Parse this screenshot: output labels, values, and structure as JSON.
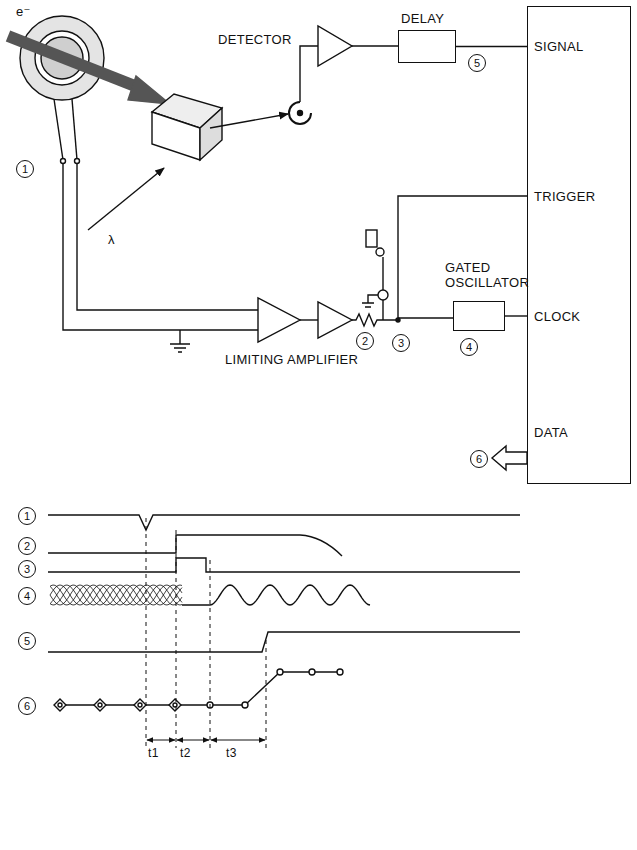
{
  "diagram": {
    "nodes": [
      {
        "text": [
          "DELAY"
        ]
      },
      {
        "text": [
          "GATED OSCILLATOR"
        ]
      },
      {
        "text": [
          "SIGNAL",
          "TRIGGER",
          "CLOCK",
          "DATA"
        ]
      }
    ],
    "edges": [
      {
        "from": 0,
        "to": 2,
        "arrow": "none"
      },
      {
        "from": 1,
        "to": 2,
        "arrow": "none"
      }
    ],
    "labels": [
      "DETECTOR",
      "LIMITING AMPLIFIER",
      "e⁻",
      "λ",
      "1",
      "2",
      "3",
      "4",
      "5",
      "6",
      "1",
      "2",
      "3",
      "4",
      "5",
      "6",
      "t1",
      "t2",
      "t3"
    ]
  }
}
